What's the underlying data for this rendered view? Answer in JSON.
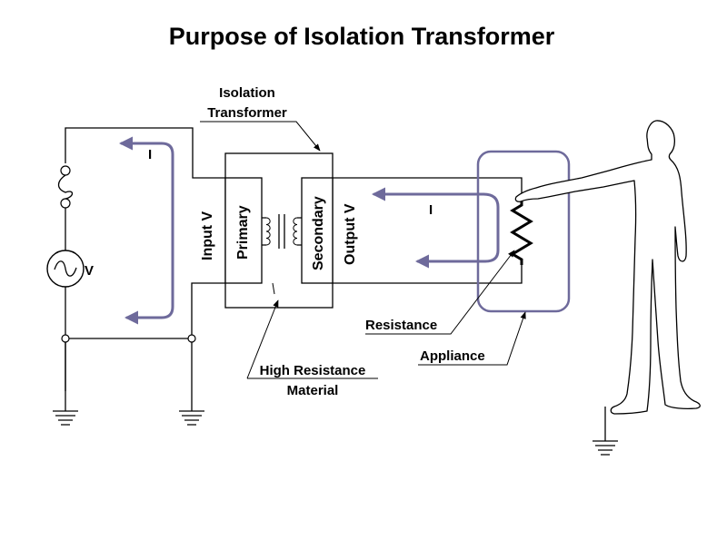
{
  "title": "Purpose of Isolation Transformer",
  "labels": {
    "isolation_line1": "Isolation",
    "isolation_line2": "Transformer",
    "current_left": "I",
    "current_right": "I",
    "source_v": "V",
    "input_v": "Input  V",
    "primary": "Primary",
    "secondary": "Secondary",
    "output_v": "Output V",
    "resistance": "Resistance",
    "appliance": "Appliance",
    "high_res_line1": "High Resistance",
    "high_res_line2": "Material"
  },
  "colors": {
    "current_path": "#6e6a9b",
    "appliance_outline": "#6e6a9b",
    "wire": "#000000"
  }
}
